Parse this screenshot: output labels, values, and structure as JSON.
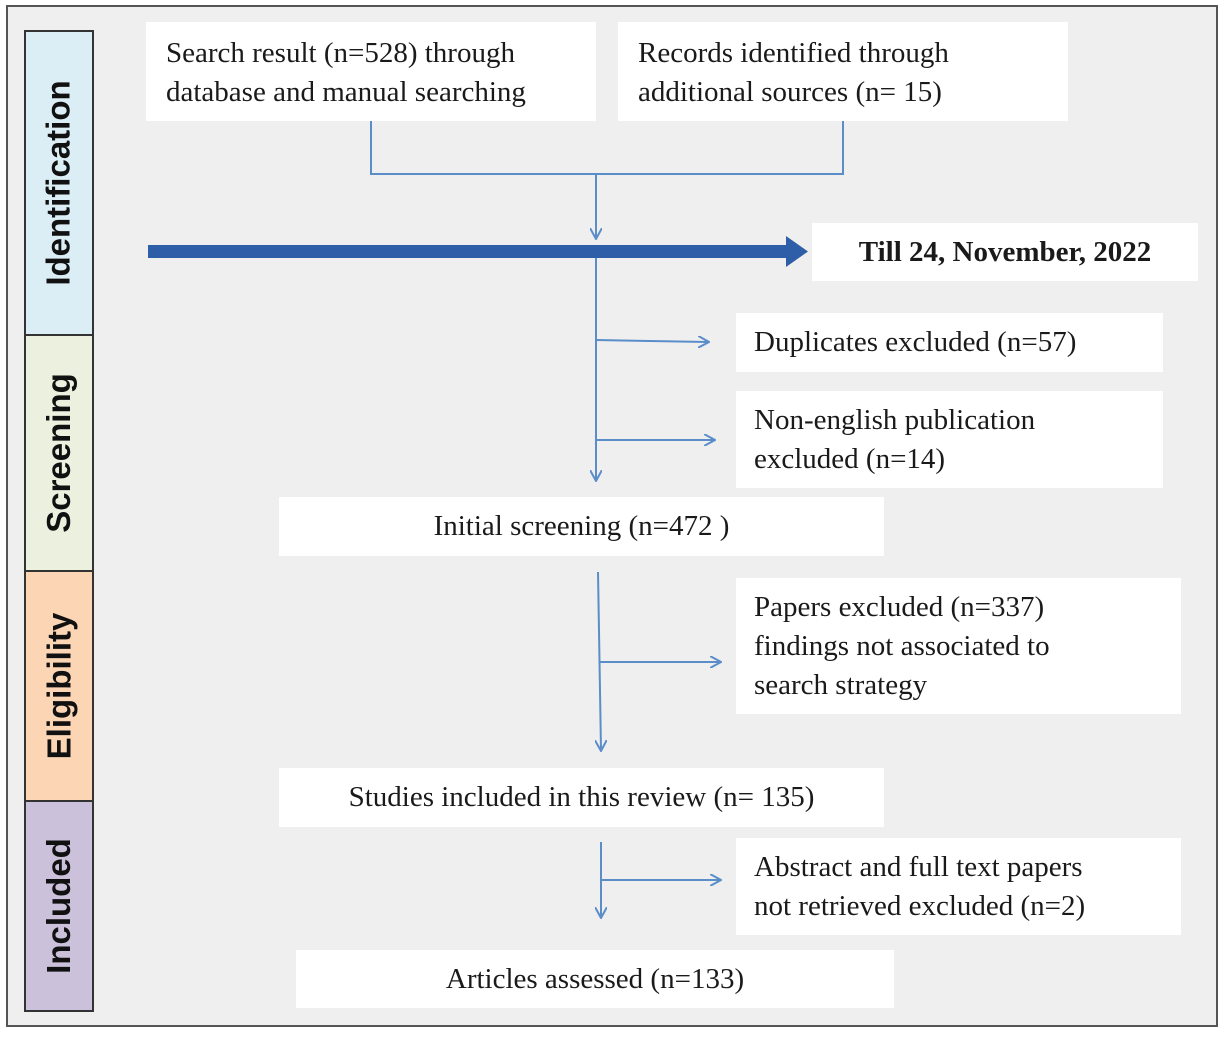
{
  "stages": [
    {
      "id": "identification",
      "label": "Identification",
      "color": "#dbeef5"
    },
    {
      "id": "screening",
      "label": "Screening",
      "color": "#ebf1de"
    },
    {
      "id": "eligibility",
      "label": "Eligibility",
      "color": "#fcd5b5"
    },
    {
      "id": "included",
      "label": "Included",
      "color": "#ccc1da"
    }
  ],
  "boxes": {
    "search_result": "Search  result  (n=528)  through\ndatabase and manual searching",
    "additional_sources": "Records identified through\nadditional sources (n= 15)",
    "date_cutoff": "Till 24, November, 2022",
    "duplicates": "Duplicates excluded (n=57)",
    "non_english": "Non-english publication\nexcluded (n=14)",
    "initial_screening": "Initial screening (n=472 )",
    "papers_excluded": "Papers excluded  (n=337)\nfindings not associated to\nsearch strategy",
    "studies_included": "Studies included in this review (n= 135)",
    "not_retrieved": "Abstract and full text papers\nnot retrieved excluded  (n=2)",
    "articles_assessed": "Articles assessed (n=133)"
  },
  "colors": {
    "arrow": "#5b8dc9",
    "timeline": "#2e5ea8",
    "frame_bg": "#efefef"
  }
}
